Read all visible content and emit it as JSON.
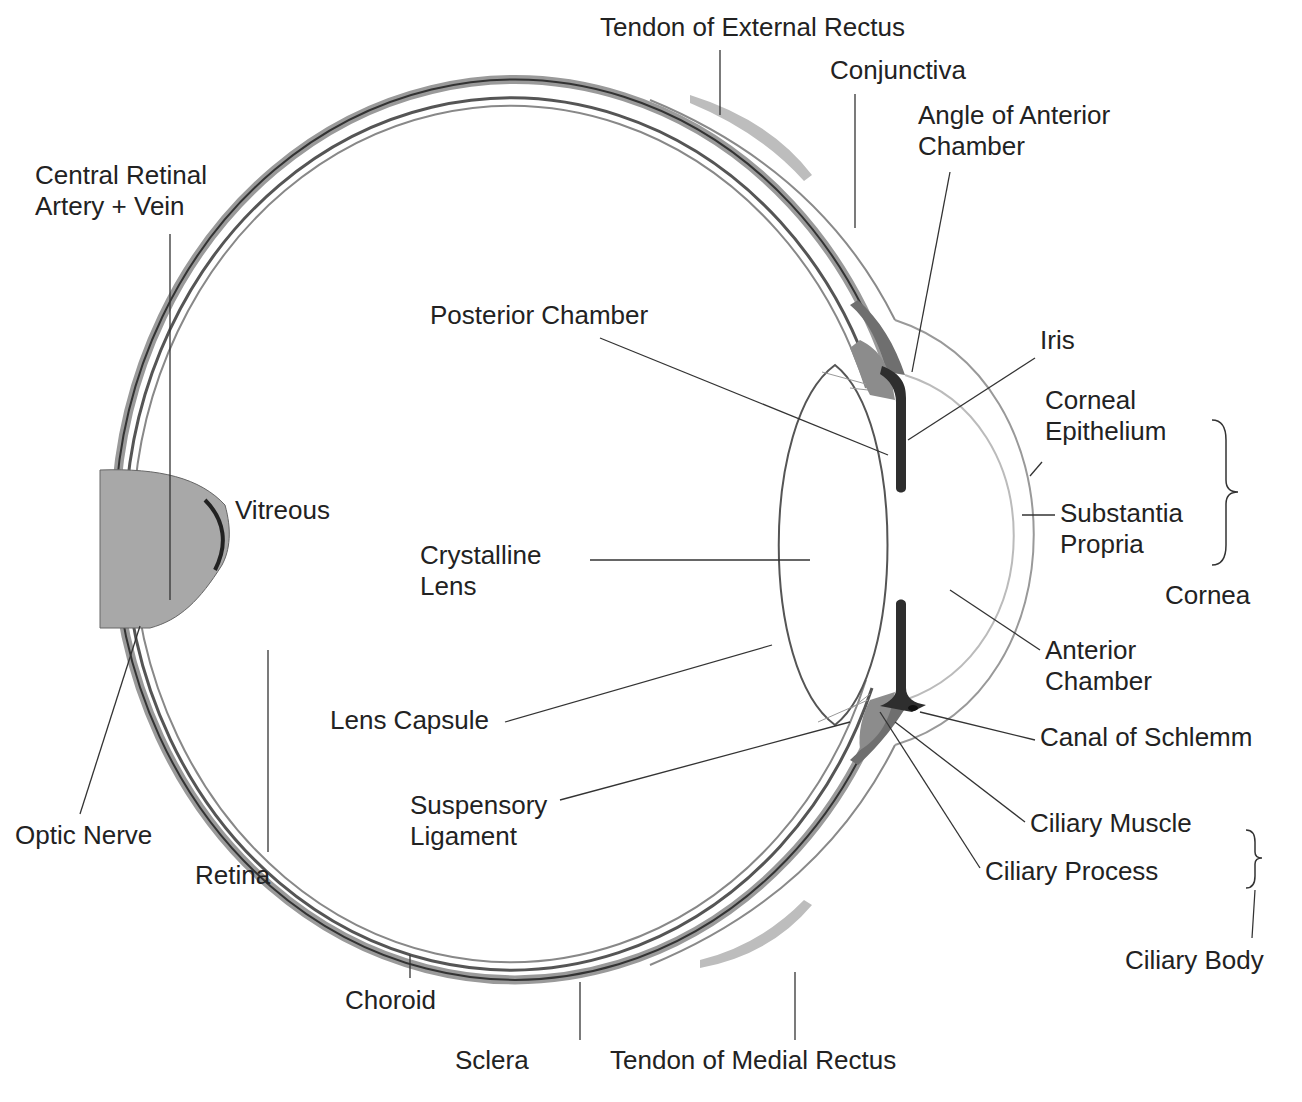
{
  "diagram": {
    "labels": [
      "Tendon of External Rectus",
      "Conjunctiva",
      "Angle of Anterior Chamber",
      "Central Retinal Artery + Vein",
      "Posterior Chamber",
      "Iris",
      "Corneal Epithelium",
      "Substantia Propria",
      "Cornea",
      "Vitreous",
      "Crystalline Lens",
      "Anterior Chamber",
      "Lens Capsule",
      "Canal of Schlemm",
      "Suspensory Ligament",
      "Ciliary Muscle",
      "Ciliary Process",
      "Ciliary Body",
      "Optic Nerve",
      "Retina",
      "Choroid",
      "Sclera",
      "Tendon of Medial Rectus"
    ]
  }
}
